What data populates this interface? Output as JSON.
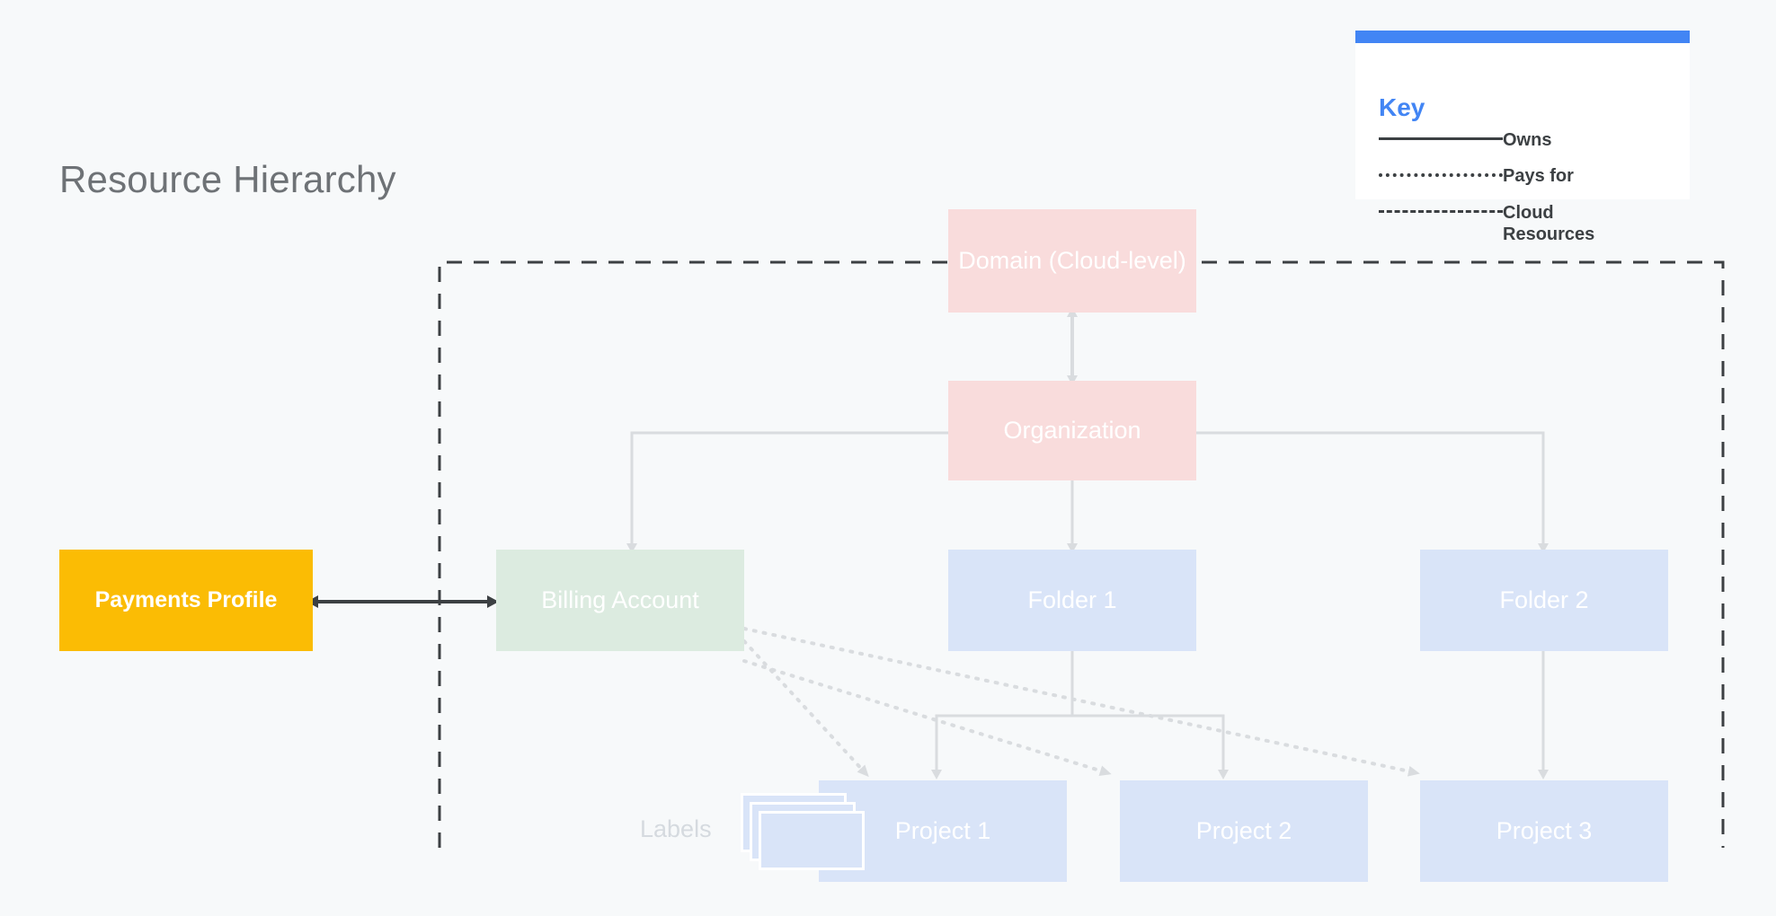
{
  "page": {
    "title": "Resource Hierarchy",
    "background_color": "#f7f9fa"
  },
  "key": {
    "title": "Key",
    "header_color": "#4285f4",
    "items": [
      {
        "style": "solid",
        "label": "Owns"
      },
      {
        "style": "dotted",
        "label": "Pays for"
      },
      {
        "style": "dashed",
        "label": "Cloud Resources"
      }
    ]
  },
  "diagram": {
    "type": "hierarchy",
    "labels_caption": "Labels",
    "nodes": [
      {
        "id": "domain",
        "label": "Domain (Cloud-level)",
        "color": "#f9dcdc",
        "text_color": "#ffffff"
      },
      {
        "id": "organization",
        "label": "Organization",
        "color": "#f9dcdc",
        "text_color": "#ffffff"
      },
      {
        "id": "payments_profile",
        "label": "Payments Profile",
        "color": "#fbbc04",
        "text_color": "#ffffff"
      },
      {
        "id": "billing_account",
        "label": "Billing Account",
        "color": "#dcebe0",
        "text_color": "#ffffff"
      },
      {
        "id": "folder_1",
        "label": "Folder 1",
        "color": "#d9e4f8",
        "text_color": "#ffffff"
      },
      {
        "id": "folder_2",
        "label": "Folder 2",
        "color": "#d9e4f8",
        "text_color": "#ffffff"
      },
      {
        "id": "project_1",
        "label": "Project 1",
        "color": "#d9e4f8",
        "text_color": "#ffffff"
      },
      {
        "id": "project_2",
        "label": "Project 2",
        "color": "#d9e4f8",
        "text_color": "#ffffff"
      },
      {
        "id": "project_3",
        "label": "Project 3",
        "color": "#d9e4f8",
        "text_color": "#ffffff"
      }
    ],
    "edges": [
      {
        "from": "domain",
        "to": "organization",
        "style": "solid",
        "direction": "both"
      },
      {
        "from": "organization",
        "to": "billing_account",
        "style": "solid",
        "direction": "forward"
      },
      {
        "from": "organization",
        "to": "folder_1",
        "style": "solid",
        "direction": "forward"
      },
      {
        "from": "organization",
        "to": "folder_2",
        "style": "solid",
        "direction": "forward"
      },
      {
        "from": "folder_1",
        "to": "project_1",
        "style": "solid",
        "direction": "forward"
      },
      {
        "from": "folder_1",
        "to": "project_2",
        "style": "solid",
        "direction": "forward"
      },
      {
        "from": "folder_2",
        "to": "project_3",
        "style": "solid",
        "direction": "forward"
      },
      {
        "from": "payments_profile",
        "to": "billing_account",
        "style": "solid",
        "direction": "both"
      },
      {
        "from": "billing_account",
        "to": "project_1",
        "style": "dotted",
        "direction": "forward"
      },
      {
        "from": "billing_account",
        "to": "project_2",
        "style": "dotted",
        "direction": "forward"
      },
      {
        "from": "billing_account",
        "to": "project_3",
        "style": "dotted",
        "direction": "forward"
      }
    ],
    "cloud_resources_boundary": {
      "style": "dashed",
      "color": "#3c4043"
    }
  }
}
